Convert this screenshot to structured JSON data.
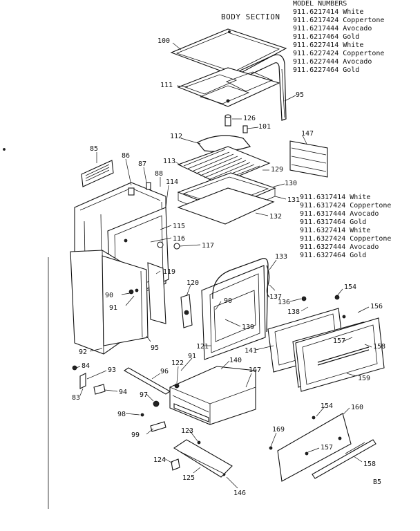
{
  "section_title": "BODY SECTION",
  "models_heading": "MODEL NUMBERS",
  "models_top": [
    "911.6217414 White",
    "911.6217424 Coppertone",
    "911.6217444 Avocado",
    "911.6217464 Gold",
    "911.6227414 White",
    "911.6227424 Coppertone",
    "911.6227444 Avocado",
    "911.6227464 Gold"
  ],
  "models_mid": [
    "911.6317414 White",
    "911.6317424 Coppertone",
    "911.6317444 Avocado",
    "911.6317464 Gold",
    "911.6327414 White",
    "911.6327424 Coppertone",
    "911.6327444 Avocado",
    "911.6327464 Gold"
  ],
  "part_labels": {
    "p100": "100",
    "p111": "111",
    "p95a": "95",
    "p126": "126",
    "p101": "101",
    "p112": "112",
    "p147": "147",
    "p85": "85",
    "p86": "86",
    "p87": "87",
    "p88": "88",
    "p113": "113",
    "p129": "129",
    "p114": "114",
    "p130": "130",
    "p131": "131",
    "p132": "132",
    "p115": "115",
    "p116": "116",
    "p117": "117",
    "p133": "133",
    "p119": "119",
    "p120": "120",
    "p90a": "90",
    "p90b": "90",
    "p91a": "91",
    "p137": "137",
    "p154a": "154",
    "p136": "136",
    "p138": "138",
    "p156": "156",
    "p139": "139",
    "p95b": "95",
    "p92": "92",
    "p121": "121",
    "p141": "141",
    "p157a": "157",
    "p158a": "158",
    "p91b": "91",
    "p84": "84",
    "p93": "93",
    "p96": "96",
    "p122": "122",
    "p140": "140",
    "p167": "167",
    "p159": "159",
    "p83": "83",
    "p94": "94",
    "p97": "97",
    "p98": "98",
    "p154b": "154",
    "p160": "160",
    "p99": "99",
    "p123": "123",
    "p169": "169",
    "p157b": "157",
    "p124": "124",
    "p158b": "158",
    "p125": "125",
    "p146": "146",
    "pB5": "B5"
  }
}
